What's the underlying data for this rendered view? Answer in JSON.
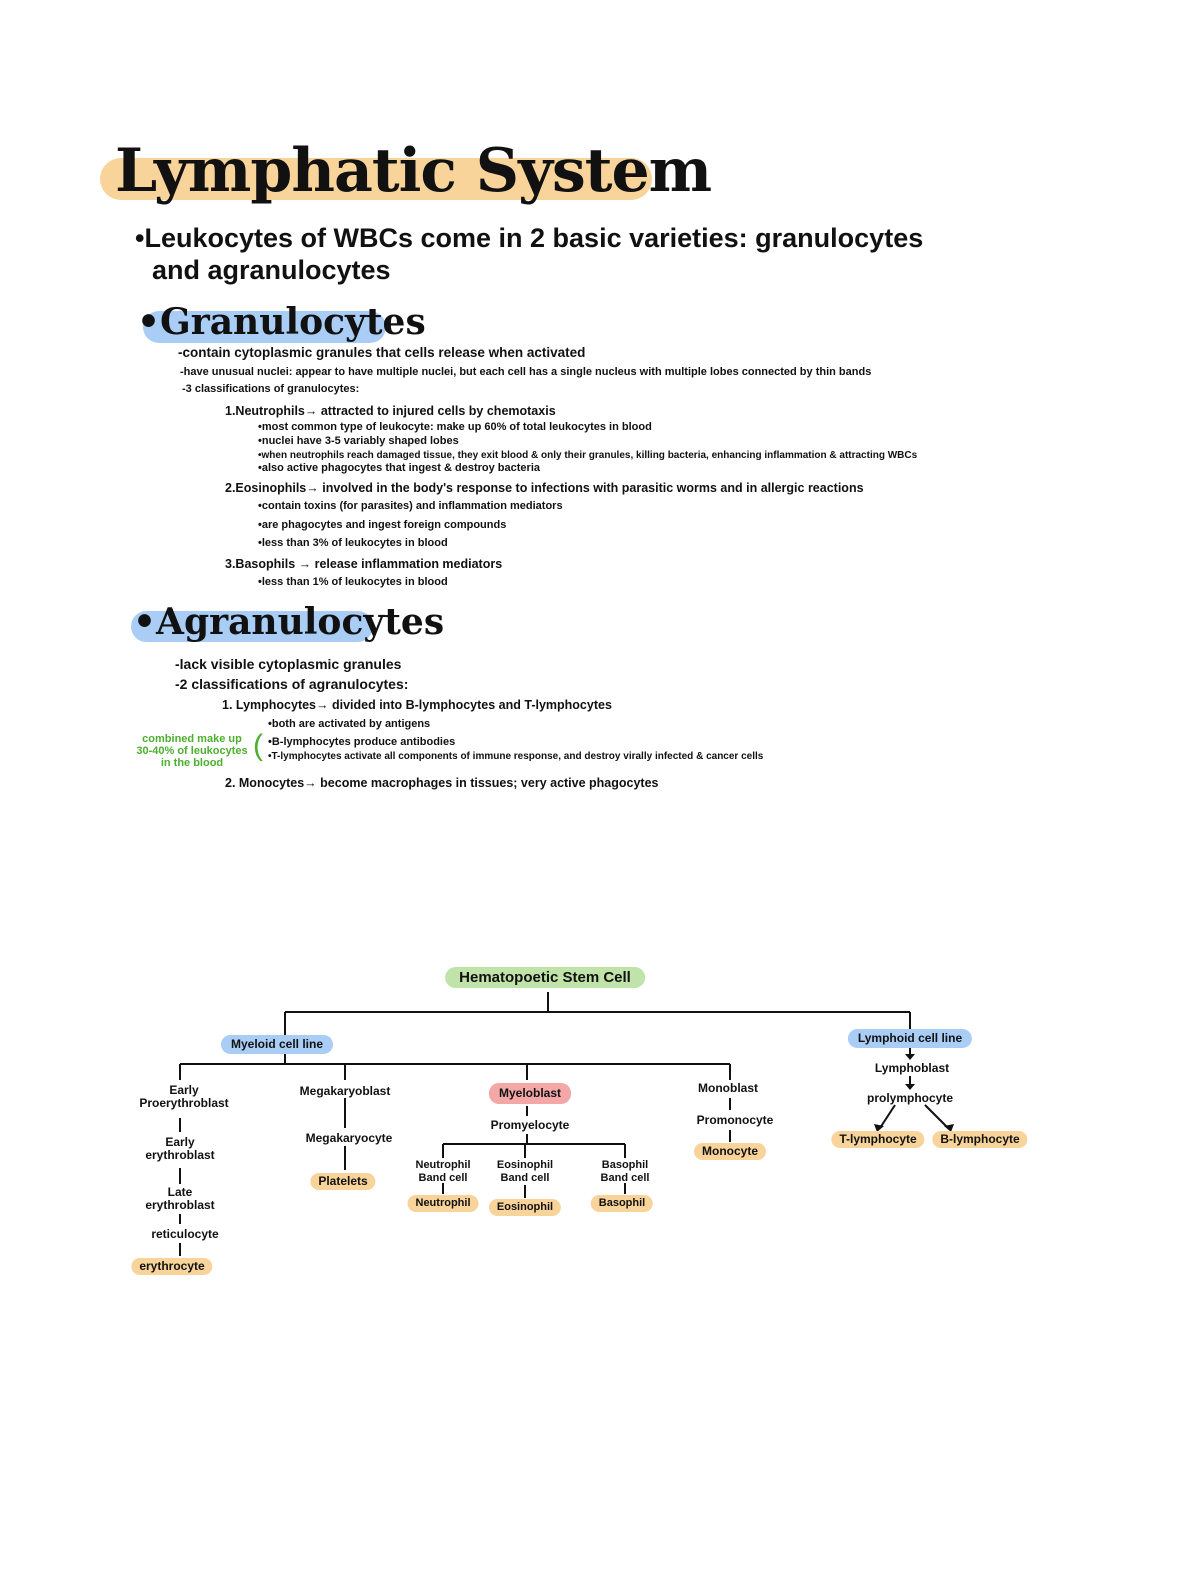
{
  "title": "Lymphatic System",
  "intro": {
    "line1": "•Leukocytes of WBCs come in 2 basic varieties: granulocytes",
    "line2": "and agranulocytes"
  },
  "granulocytes": {
    "heading": "Granulocytes",
    "points": [
      "-contain cytoplasmic granules that cells release when activated",
      "-have unusual nuclei: appear to have multiple nuclei, but each cell has a single nucleus with multiple lobes connected by thin bands",
      "-3 classifications of granulocytes:"
    ],
    "types": [
      {
        "name": "1.Neutrophils→ attracted to injured cells by chemotaxis",
        "details": [
          "•most common type of leukocyte: make up 60% of total leukocytes in blood",
          "•nuclei have 3-5 variably shaped lobes",
          "•when neutrophils reach damaged tissue, they exit blood & only their granules, killing bacteria, enhancing inflammation & attracting WBCs",
          "•also active phagocytes that ingest & destroy bacteria"
        ]
      },
      {
        "name": "2.Eosinophils→ involved in the body's response to infections with parasitic worms and in allergic reactions",
        "details": [
          "•contain toxins (for parasites) and inflammation mediators",
          "•are phagocytes and ingest foreign compounds",
          "•less than 3% of leukocytes in blood"
        ]
      },
      {
        "name": "3.Basophils → release inflammation mediators",
        "details": [
          "•less than 1% of leukocytes in blood"
        ]
      }
    ]
  },
  "agranulocytes": {
    "heading": "Agranulocytes",
    "points": [
      "-lack visible cytoplasmic granules",
      "-2 classifications of agranulocytes:"
    ],
    "lymphocytes": {
      "name": "1. Lymphocytes→ divided into B-lymphocytes and T-lymphocytes",
      "details": [
        "•both are activated by antigens",
        "•B-lymphocytes produce antibodies",
        "•T-lymphocytes activate all components of immune response, and destroy virally infected & cancer cells"
      ],
      "side_note": [
        "combined make up",
        "30-40% of leukocytes",
        "in the blood"
      ]
    },
    "monocytes": "2. Monocytes→ become macrophages in tissues; very active phagocytes"
  },
  "tree": {
    "root": "Hematopoetic Stem Cell",
    "myeloid": {
      "label": "Myeloid cell line",
      "erythro": [
        "Early Proerythroblast",
        "Early erythroblast",
        "Late erythroblast",
        "reticulocyte",
        "erythrocyte"
      ],
      "mega": [
        "Megakaryoblast",
        "Megakaryocyte",
        "Platelets"
      ],
      "myeloblast": "Myeloblast",
      "promyelocyte": "Promyelocyte",
      "band_cells": [
        "Neutrophil Band cell",
        "Eosinophil Band cell",
        "Basophil Band cell"
      ],
      "granulocytes": [
        "Neutrophil",
        "Eosinophil",
        "Basophil"
      ],
      "mono": [
        "Monoblast",
        "Promonocyte",
        "Monocyte"
      ]
    },
    "lymphoid": {
      "label": "Lymphoid cell line",
      "chain": [
        "Lymphoblast",
        "prolymphocyte"
      ],
      "ends": [
        "T-lymphocyte",
        "B-lymphocyte"
      ]
    }
  },
  "colors": {
    "title_highlight": "#f8d39a",
    "section_highlight": "#a9cdf5",
    "root_highlight": "#bfe3a8",
    "myeloblast_highlight": "#f3a7a7",
    "side_note": "#4caf2e"
  }
}
